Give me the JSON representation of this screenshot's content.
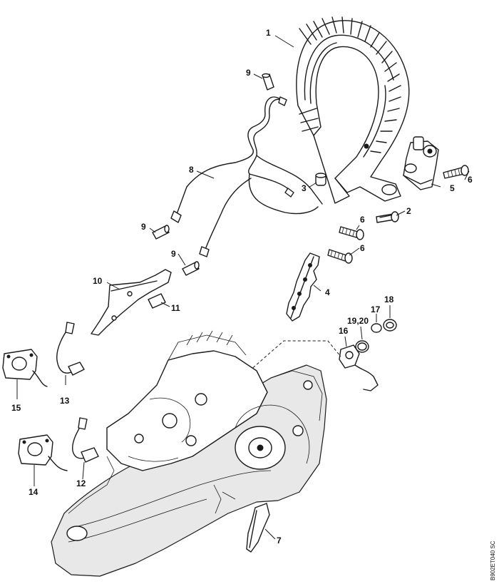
{
  "callouts": {
    "c1": "1",
    "c2": "2",
    "c3": "3",
    "c4": "4",
    "c5": "5",
    "c6a": "6",
    "c6b": "6",
    "c6c": "6",
    "c7": "7",
    "c8": "8",
    "c9a": "9",
    "c9b": "9",
    "c9c": "9",
    "c10": "10",
    "c11": "11",
    "c12": "12",
    "c13": "13",
    "c14": "14",
    "c15": "15",
    "c16": "16",
    "c17": "17",
    "c18": "18",
    "c1920": "19,20"
  },
  "drawing_code": "B902ET040 SC",
  "colors": {
    "line": "#1a1a1a",
    "background": "#ffffff",
    "shade": "#e8e8e8"
  }
}
